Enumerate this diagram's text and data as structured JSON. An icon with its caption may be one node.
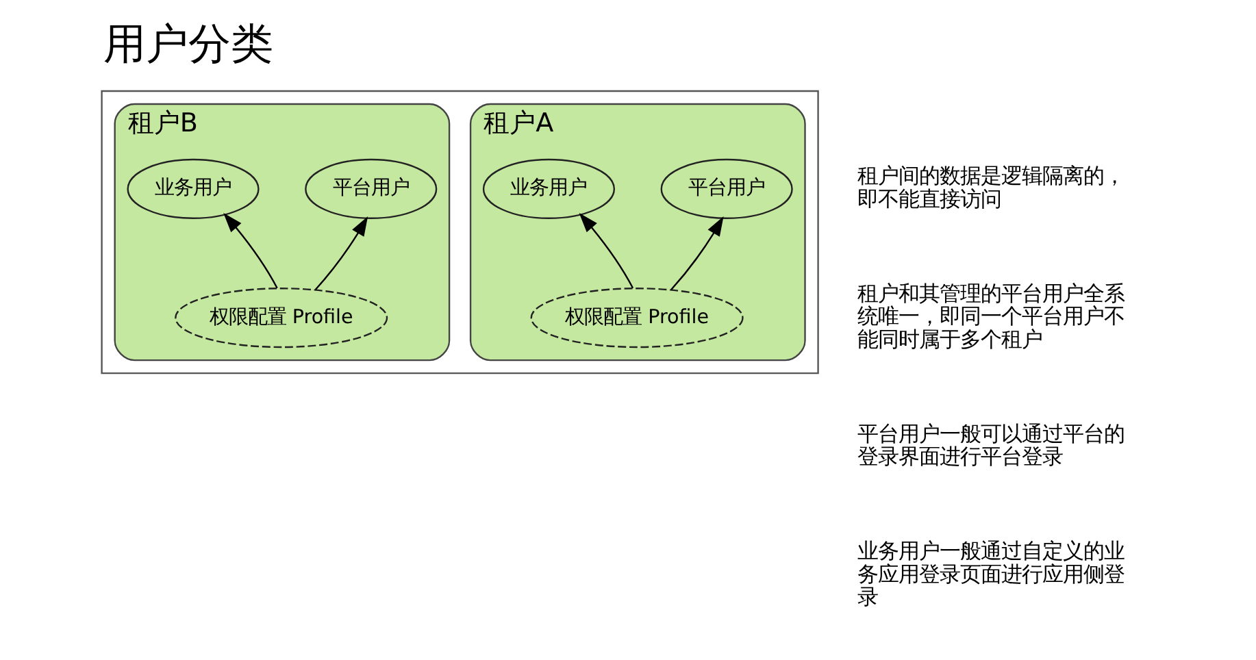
{
  "diagram": {
    "title": "用户分类",
    "nodes": [
      {
        "text": [],
        "shape": "box"
      },
      {
        "text": [
          "租户A"
        ],
        "in": 0
      },
      {
        "text": [
          "平台用户"
        ],
        "in": 1
      },
      {
        "text": [
          "业务用户"
        ],
        "in": 1
      },
      {
        "text": [
          "权限配置 Profile"
        ],
        "in": 1
      },
      {
        "text": [
          "租户B"
        ],
        "in": 0
      },
      {
        "text": [
          "平台用户"
        ],
        "in": 5
      },
      {
        "text": [
          "业务用户"
        ],
        "in": 5
      },
      {
        "text": [
          "权限配置 Profile"
        ],
        "in": 5
      }
    ],
    "edges": [
      {
        "from": 4,
        "to": 2,
        "arrow": "to"
      },
      {
        "from": 4,
        "to": 3,
        "arrow": "to"
      },
      {
        "from": 8,
        "to": 6,
        "arrow": "to"
      },
      {
        "from": 8,
        "to": 7,
        "arrow": "to"
      }
    ],
    "labels": [
      "租户间的数据是逻辑隔离的，即不能直接访问",
      "租户和其管理的平台用户全系统唯一，即同一个平台用户不能同时属于多个租户",
      "平台用户一般可以通过平台的登录界面进行平台登录",
      "业务用户一般通过自定义的业务应用登录页面进行应用侧登录"
    ]
  }
}
